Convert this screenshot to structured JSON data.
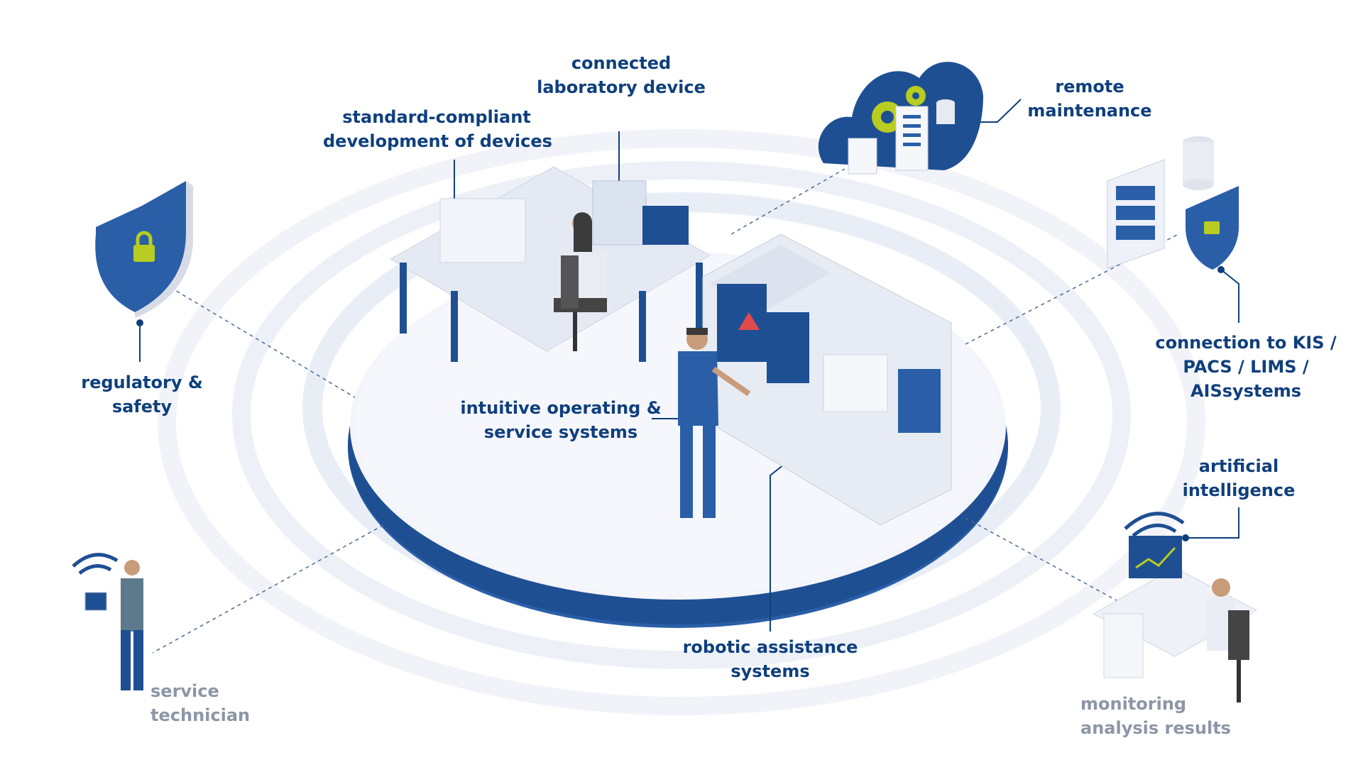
{
  "labels": {
    "connected_device": [
      "connected",
      "laboratory device"
    ],
    "standard_compliant": [
      "standard-compliant",
      "development of devices"
    ],
    "remote_maintenance": [
      "remote",
      "maintenance"
    ],
    "regulatory_safety": [
      "regulatory &",
      "safety"
    ],
    "connection_kis": [
      "connection to KIS /",
      "PACS / LIMS /",
      "AISsystems"
    ],
    "intuitive_operating": [
      "intuitive operating &",
      "service systems"
    ],
    "artificial_intelligence": [
      "artificial",
      "intelligence"
    ],
    "robotic_assistance": [
      "robotic assistance",
      "systems"
    ],
    "service_technician": [
      "service",
      "technician"
    ],
    "monitoring": [
      "monitoring",
      "analysis results"
    ]
  },
  "colors": {
    "primary_blue": "#0f3f7d",
    "mid_blue": "#2a5fa8",
    "ring_grey": "#eef1f7",
    "accent_lime": "#b8cc21",
    "label_grey": "#8d96a6"
  },
  "icons": [
    "shield-lock-icon",
    "cloud-gears-icon",
    "server-icon",
    "database-icon",
    "wifi-icon",
    "fingerprint-icon",
    "warning-icon"
  ]
}
